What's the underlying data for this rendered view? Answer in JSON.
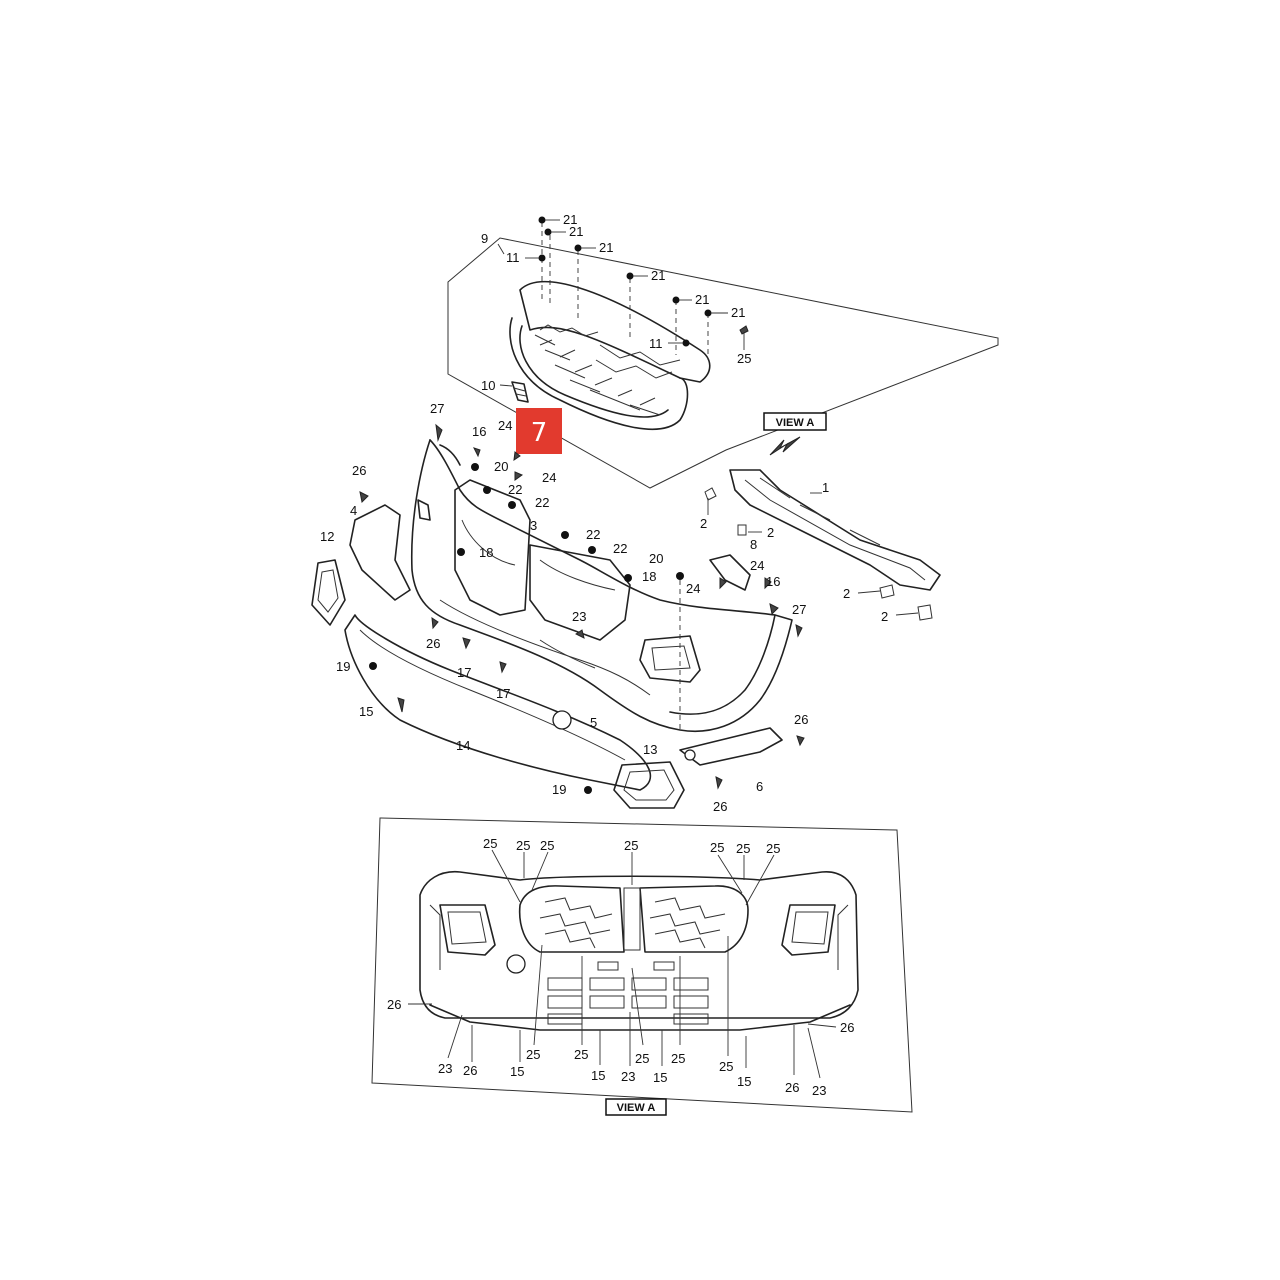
{
  "callout": {
    "number": "7",
    "color": "#e23a2e"
  },
  "view_a": {
    "label": "VIEW A"
  },
  "part_labels": {
    "top": [
      "21",
      "21",
      "21",
      "21",
      "21",
      "21",
      "9",
      "11",
      "11",
      "25",
      "10",
      "27",
      "16",
      "24",
      "24",
      "20",
      "22",
      "22",
      "26",
      "4",
      "3",
      "22",
      "22",
      "12",
      "18",
      "18",
      "20",
      "23",
      "26",
      "17",
      "17",
      "19",
      "15",
      "14",
      "5",
      "13",
      "19"
    ],
    "right": [
      "1",
      "2",
      "2",
      "2",
      "2",
      "8",
      "24",
      "24",
      "16",
      "27",
      "26",
      "6",
      "26"
    ]
  },
  "view_a_labels": {
    "top": [
      "25",
      "25",
      "25",
      "25",
      "25",
      "25",
      "25"
    ],
    "left": [
      "26"
    ],
    "right": [
      "26"
    ],
    "bottom": [
      "23",
      "26",
      "15",
      "25",
      "25",
      "15",
      "23",
      "25",
      "15",
      "25",
      "25",
      "15",
      "26",
      "23"
    ]
  }
}
